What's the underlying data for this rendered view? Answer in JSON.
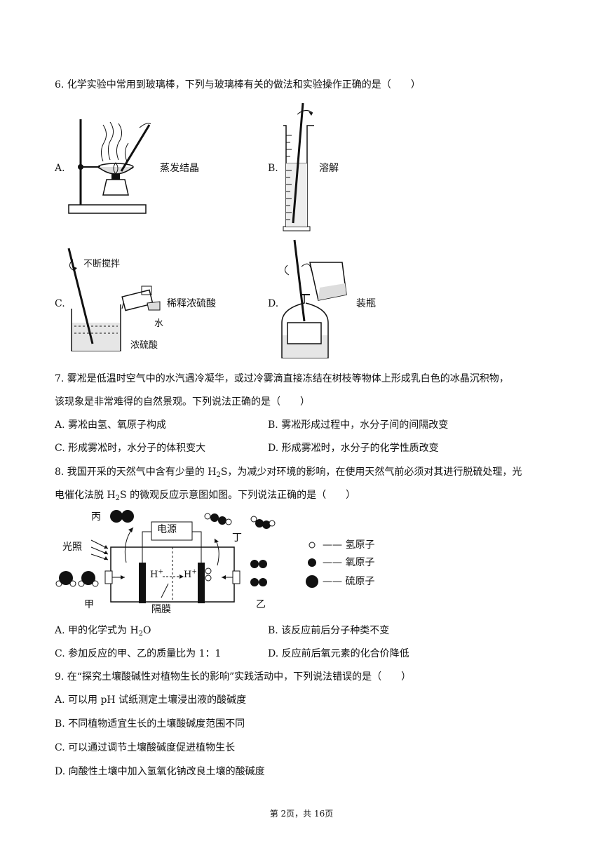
{
  "q6": {
    "stem": "6. 化学实验中常用到玻璃棒，下列与玻璃棒有关的做法和实验操作正确的是（　　）",
    "a_letter": "A.",
    "a_text": "蒸发结晶",
    "b_letter": "B.",
    "b_text": "溶解",
    "c_letter": "C.",
    "c_text": "稀释浓硫酸",
    "c_stir": "不断搅拌",
    "c_water": "水",
    "c_acid": "浓硫酸",
    "d_letter": "D.",
    "d_text": "装瓶"
  },
  "q7": {
    "stem_l1": "7. 雾凇是低温时空气中的水汽遇冷凝华，或过冷雾滴直接冻结在树枝等物体上形成乳白色的冰晶沉积物，",
    "stem_l2": "该现象是非常难得的自然景观。下列说法正确的是（　　）",
    "a": "A. 雾凇由氢、氧原子构成",
    "b": "B. 雾凇形成过程中，水分子间的间隔改变",
    "c": "C. 形成雾凇时，水分子的体积变大",
    "d": "D. 形成雾凇时，水分子的化学性质改变"
  },
  "q8": {
    "l1_a": "8. 我国开采的天然气中含有少量的 H",
    "sub2": "2",
    "l1_b": "S，为减少对环境的影响，在使用天然气前必须对其进行脱硫处理，光",
    "l2_a": "电催化法脱 H",
    "l2_b": "S 的微观反应示意图如图。下列说法正确的是（　　）",
    "fig": {
      "bing": "丙",
      "ding": "丁",
      "jia": "甲",
      "yi": "乙",
      "power": "电源",
      "light": "光照",
      "membrane": "隔膜",
      "h_ion": "H",
      "plus": "+",
      "legend_h": "—— 氢原子",
      "legend_o": "—— 氧原子",
      "legend_s": "—— 硫原子"
    },
    "a_pre": "A. 甲的化学式为 H",
    "a_sub": "2",
    "a_post": "O",
    "b": "B. 该反应前后分子种类不变",
    "c": "C. 参加反应的甲、乙的质量比为 1：1",
    "d": "D. 反应前后氧元素的化合价降低"
  },
  "q9": {
    "stem": "9. 在“探究土壤酸碱性对植物生长的影响”实践活动中，下列说法错误的是（　　）",
    "a": "A. 可以用 pH 试纸测定土壤浸出液的酸碱度",
    "b": "B. 不同植物适宜生长的土壤酸碱度范围不同",
    "c": "C. 可以通过调节土壤酸碱度促进植物生长",
    "d": "D. 向酸性土壤中加入氢氧化钠改良土壤的酸碱度"
  },
  "footer": "第 2页，共 16页"
}
